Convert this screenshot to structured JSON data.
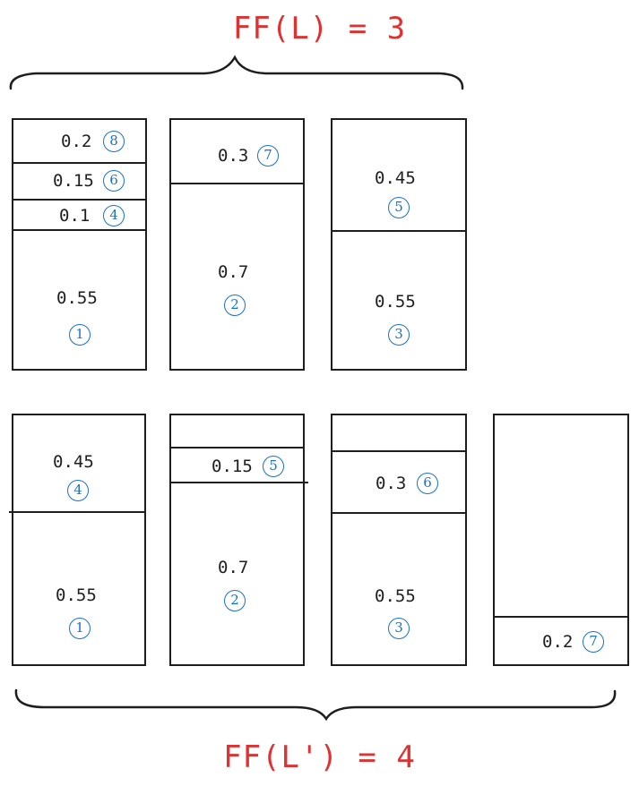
{
  "colors": {
    "title": "#e03131",
    "index": "#1971c2",
    "stroke": "#1e1e1e"
  },
  "top": {
    "label": "FF(L) = 3",
    "bins": [
      {
        "items": [
          {
            "value": "0.2",
            "index": "8"
          },
          {
            "value": "0.15",
            "index": "6"
          },
          {
            "value": "0.1",
            "index": "4"
          },
          {
            "value": "0.55",
            "index": "1"
          }
        ]
      },
      {
        "items": [
          {
            "value": "0.3",
            "index": "7"
          },
          {
            "value": "0.7",
            "index": "2"
          }
        ]
      },
      {
        "items": [
          {
            "value": "0.45",
            "index": "5"
          },
          {
            "value": "0.55",
            "index": "3"
          }
        ]
      }
    ]
  },
  "bottom": {
    "label": "FF(L') = 4",
    "bins": [
      {
        "items": [
          {
            "value": "0.45",
            "index": "4"
          },
          {
            "value": "0.55",
            "index": "1"
          }
        ]
      },
      {
        "items": [
          {
            "value": "0.15",
            "index": "5"
          },
          {
            "value": "0.7",
            "index": "2"
          }
        ]
      },
      {
        "items": [
          {
            "value": "0.3",
            "index": "6"
          },
          {
            "value": "0.55",
            "index": "3"
          }
        ]
      },
      {
        "items": [
          {
            "value": "0.2",
            "index": "7"
          }
        ]
      }
    ]
  }
}
